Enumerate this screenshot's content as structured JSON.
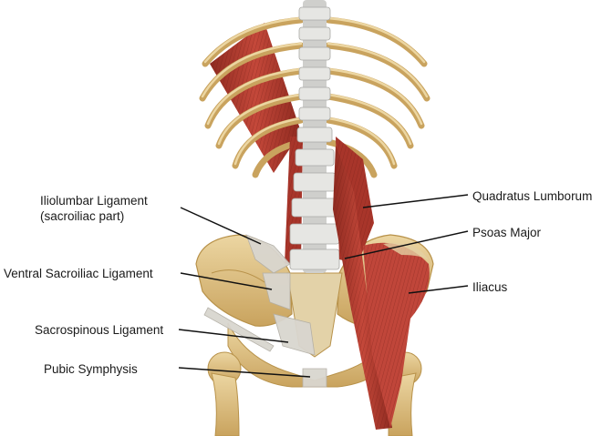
{
  "diagram": {
    "labels": {
      "iliolumbar_line1": "Iliolumbar Ligament",
      "iliolumbar_line2": "(sacroiliac part)",
      "ventral_sacroiliac": "Ventral Sacroiliac Ligament",
      "sacrospinous": "Sacrospinous Ligament",
      "pubic_symphysis": "Pubic Symphysis",
      "quadratus_lumborum": "Quadratus Lumborum",
      "psoas_major": "Psoas Major",
      "iliacus": "Iliacus"
    },
    "colors": {
      "bone": "#d8b979",
      "bone_dark": "#b8924a",
      "bone_light": "#ecd6a2",
      "muscle": "#b23a2e",
      "muscle_dark": "#7e1f18",
      "ligament": "#d9d6cf",
      "spine": "#cfcfcc",
      "leader_line": "#111111"
    }
  }
}
